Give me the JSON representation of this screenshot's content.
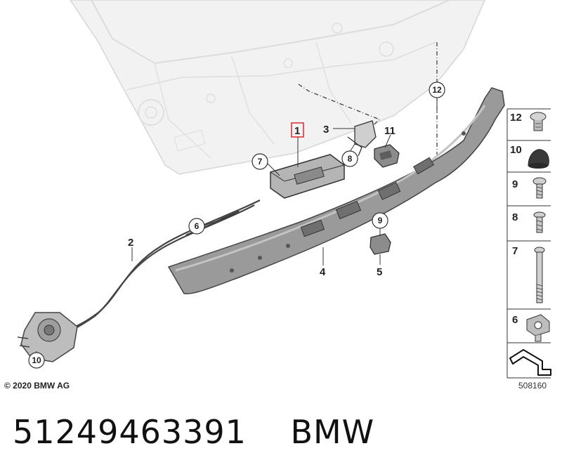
{
  "callouts": {
    "c1": "1",
    "c2": "2",
    "c3": "3",
    "c4": "4",
    "c5": "5",
    "c6": "6",
    "c7": "7",
    "c8": "8",
    "c9": "9",
    "c10": "10",
    "c11": "11",
    "c12": "12"
  },
  "sidebar": {
    "items": [
      {
        "label": "12"
      },
      {
        "label": "10"
      },
      {
        "label": "9"
      },
      {
        "label": "8"
      },
      {
        "label": "7"
      },
      {
        "label": "6"
      }
    ]
  },
  "copyright": "© 2020 BMW AG",
  "drawing_number": "508160",
  "footer": {
    "part_number": "51249463391",
    "brand": "BMW"
  },
  "colors": {
    "highlight_box": "#d9262c",
    "line": "#333333"
  }
}
